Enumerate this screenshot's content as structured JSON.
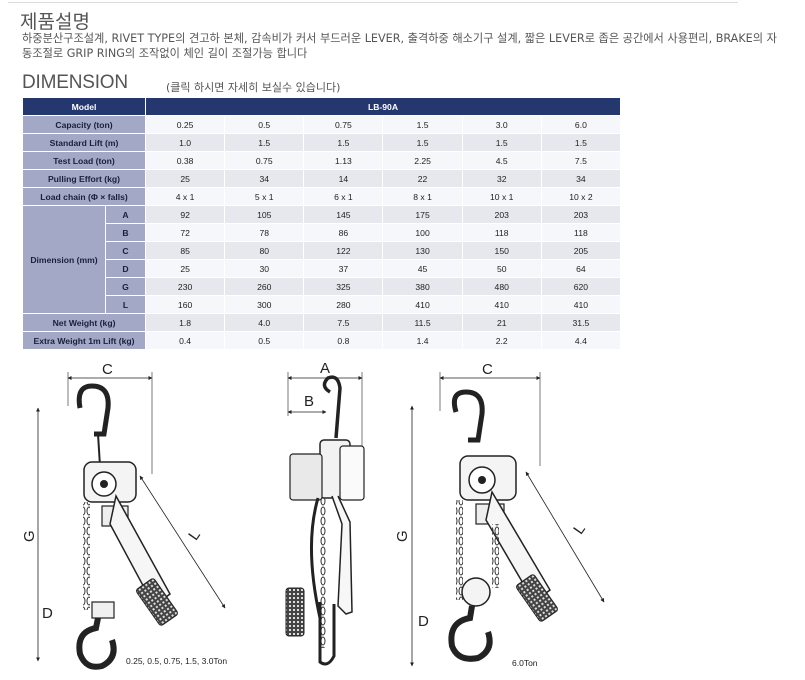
{
  "section_title": "제품설명",
  "description": "하중분산구조설계, RIVET TYPE의 견고하 본체, 감속비가 커서 부드러운 LEVER, 출격하중 해소기구 설계, 짧은 LEVER로 좁은 공간에서 사용편리, BRAKE의 자동조절로 GRIP RING의 조작없이 체인 길이 조절가능 합니다",
  "dimension_title": "DIMENSION",
  "dimension_note": "(클릭 하시면 자세히 보실수 있습니다)",
  "table": {
    "header_label": "Model",
    "header_model": "LB-90A",
    "rows": [
      {
        "label": "Capacity (ton)",
        "values": [
          "0.25",
          "0.5",
          "0.75",
          "1.5",
          "3.0",
          "6.0"
        ]
      },
      {
        "label": "Standard Lift (m)",
        "values": [
          "1.0",
          "1.5",
          "1.5",
          "1.5",
          "1.5",
          "1.5"
        ]
      },
      {
        "label": "Test Load (ton)",
        "values": [
          "0.38",
          "0.75",
          "1.13",
          "2.25",
          "4.5",
          "7.5"
        ]
      },
      {
        "label": "Pulling Effort (kg)",
        "values": [
          "25",
          "34",
          "14",
          "22",
          "32",
          "34"
        ]
      },
      {
        "label": "Load chain (Φ × falls)",
        "values": [
          "4 x 1",
          "5 x 1",
          "6 x 1",
          "8 x 1",
          "10 x 1",
          "10 x 2"
        ]
      }
    ],
    "dimension_label": "Dimension (mm)",
    "dimension_rows": [
      {
        "label": "A",
        "values": [
          "92",
          "105",
          "145",
          "175",
          "203",
          "203"
        ]
      },
      {
        "label": "B",
        "values": [
          "72",
          "78",
          "86",
          "100",
          "118",
          "118"
        ]
      },
      {
        "label": "C",
        "values": [
          "85",
          "80",
          "122",
          "130",
          "150",
          "205"
        ]
      },
      {
        "label": "D",
        "values": [
          "25",
          "30",
          "37",
          "45",
          "50",
          "64"
        ]
      },
      {
        "label": "G",
        "values": [
          "230",
          "260",
          "325",
          "380",
          "480",
          "620"
        ]
      },
      {
        "label": "L",
        "values": [
          "160",
          "300",
          "280",
          "410",
          "410",
          "410"
        ]
      }
    ],
    "tail_rows": [
      {
        "label": "Net Weight (kg)",
        "values": [
          "1.8",
          "4.0",
          "7.5",
          "11.5",
          "21",
          "31.5"
        ]
      },
      {
        "label": "Extra Weight 1m Lift (kg)",
        "values": [
          "0.4",
          "0.5",
          "0.8",
          "1.4",
          "2.2",
          "4.4"
        ]
      }
    ]
  },
  "diagram": {
    "labels": {
      "a": "A",
      "b": "B",
      "c": "C",
      "d": "D",
      "g": "G",
      "l": "L"
    },
    "caption_left": "0.25, 0.5, 0.75, 1.5, 3.0Ton",
    "caption_right": "6.0Ton"
  }
}
